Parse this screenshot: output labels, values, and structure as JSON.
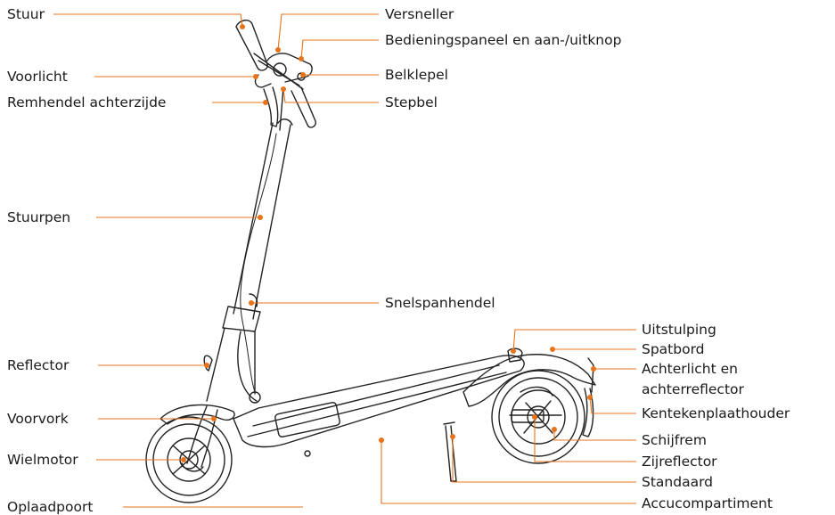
{
  "accent_color": "#e8731a",
  "line_color": "#222222",
  "labels": {
    "stuur": "Stuur",
    "voorlicht": "Voorlicht",
    "remhendel": "Remhendel achterzijde",
    "stuurpen": "Stuurpen",
    "reflector": "Reflector",
    "voorvork": "Voorvork",
    "wielmotor": "Wielmotor",
    "oplaadpoort": "Oplaadpoort",
    "versneller": "Versneller",
    "bedieningspaneel": "Bedieningspaneel en aan-/uitknop",
    "belklepel": "Belklepel",
    "stepbel": "Stepbel",
    "snelspanhendel": "Snelspanhendel",
    "uitstulping": "Uitstulping",
    "spatbord": "Spatbord",
    "achterlicht_1": "Achterlicht en",
    "achterlicht_2": "achterreflector",
    "kentekenplaathouder": "Kentekenplaathouder",
    "schijfrem": "Schijfrem",
    "zijreflector": "Zijreflector",
    "standaard": "Standaard",
    "accucompartiment": "Accucompartiment"
  }
}
